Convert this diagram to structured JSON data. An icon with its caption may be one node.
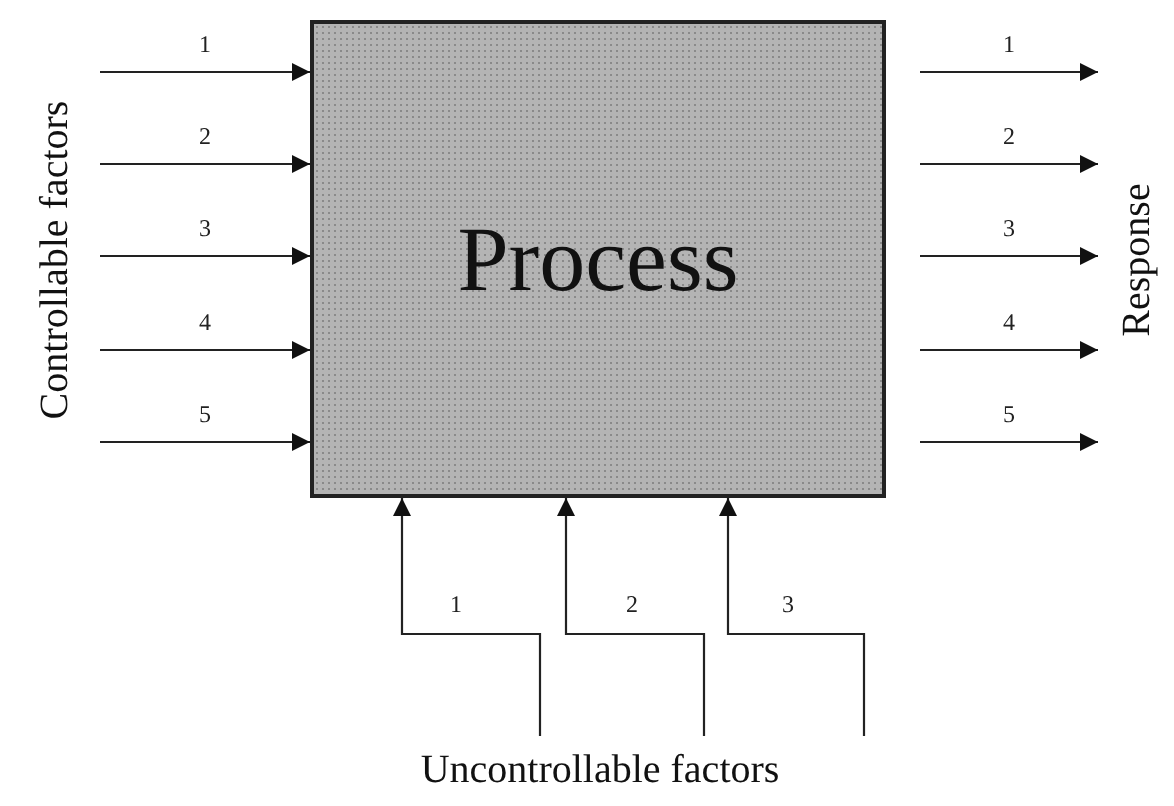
{
  "diagram": {
    "nodes": [
      {
        "text": [
          "Process"
        ]
      },
      {
        "text": [
          "Controllable factors"
        ]
      },
      {
        "text": [
          "Response"
        ]
      },
      {
        "text": [
          "Uncontrollable factors"
        ]
      }
    ],
    "edges": [
      {
        "from": 1,
        "to": 0,
        "arrow": "to",
        "label": "1"
      },
      {
        "from": 1,
        "to": 0,
        "arrow": "to",
        "label": "2"
      },
      {
        "from": 1,
        "to": 0,
        "arrow": "to",
        "label": "3"
      },
      {
        "from": 1,
        "to": 0,
        "arrow": "to",
        "label": "4"
      },
      {
        "from": 1,
        "to": 0,
        "arrow": "to",
        "label": "5"
      },
      {
        "from": 0,
        "to": 2,
        "arrow": "to",
        "label": "1"
      },
      {
        "from": 0,
        "to": 2,
        "arrow": "to",
        "label": "2"
      },
      {
        "from": 0,
        "to": 2,
        "arrow": "to",
        "label": "3"
      },
      {
        "from": 0,
        "to": 2,
        "arrow": "to",
        "label": "4"
      },
      {
        "from": 0,
        "to": 2,
        "arrow": "to",
        "label": "5"
      },
      {
        "from": 3,
        "to": 0,
        "arrow": "to",
        "label": "1"
      },
      {
        "from": 3,
        "to": 0,
        "arrow": "to",
        "label": "2"
      },
      {
        "from": 3,
        "to": 0,
        "arrow": "to",
        "label": "3"
      }
    ]
  }
}
